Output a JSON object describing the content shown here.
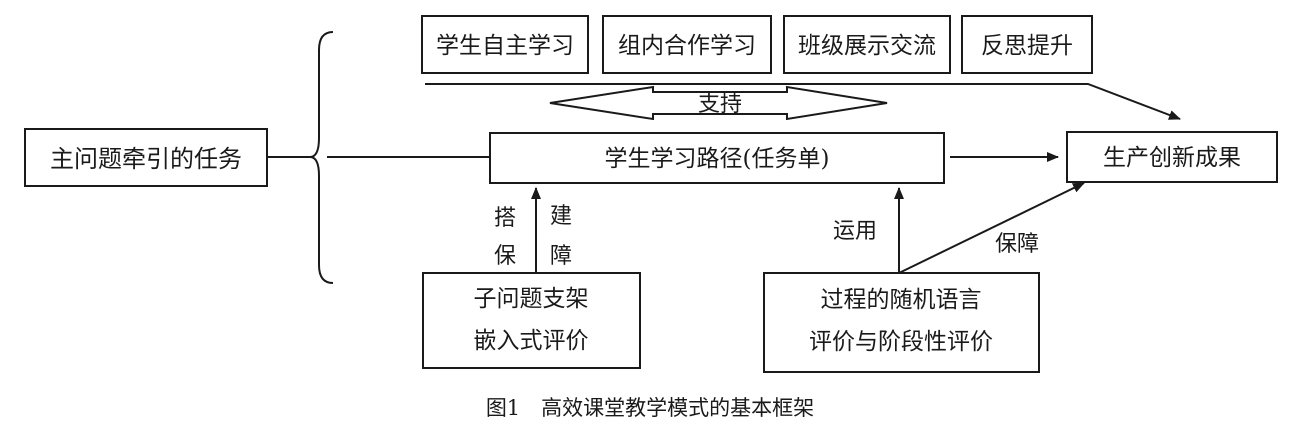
{
  "main_task": "主问题牵引的任务",
  "activities": [
    "学生自主学习",
    "组内合作学习",
    "班级展示交流",
    "反思提升"
  ],
  "support_label": "支持",
  "path": "学生学习路径(任务单)",
  "outcome": "生产创新成果",
  "scaffold": {
    "line1": "子问题支架",
    "line2": "嵌入式评价",
    "left_label": [
      "搭",
      "保"
    ],
    "right_label": [
      "建",
      "障"
    ]
  },
  "evaluation": {
    "line1": "过程的随机语言",
    "line2": "评价与阶段性评价",
    "up_label": "运用",
    "diag_label": "保障"
  },
  "caption": "图1　高效课堂教学模式的基本框架"
}
